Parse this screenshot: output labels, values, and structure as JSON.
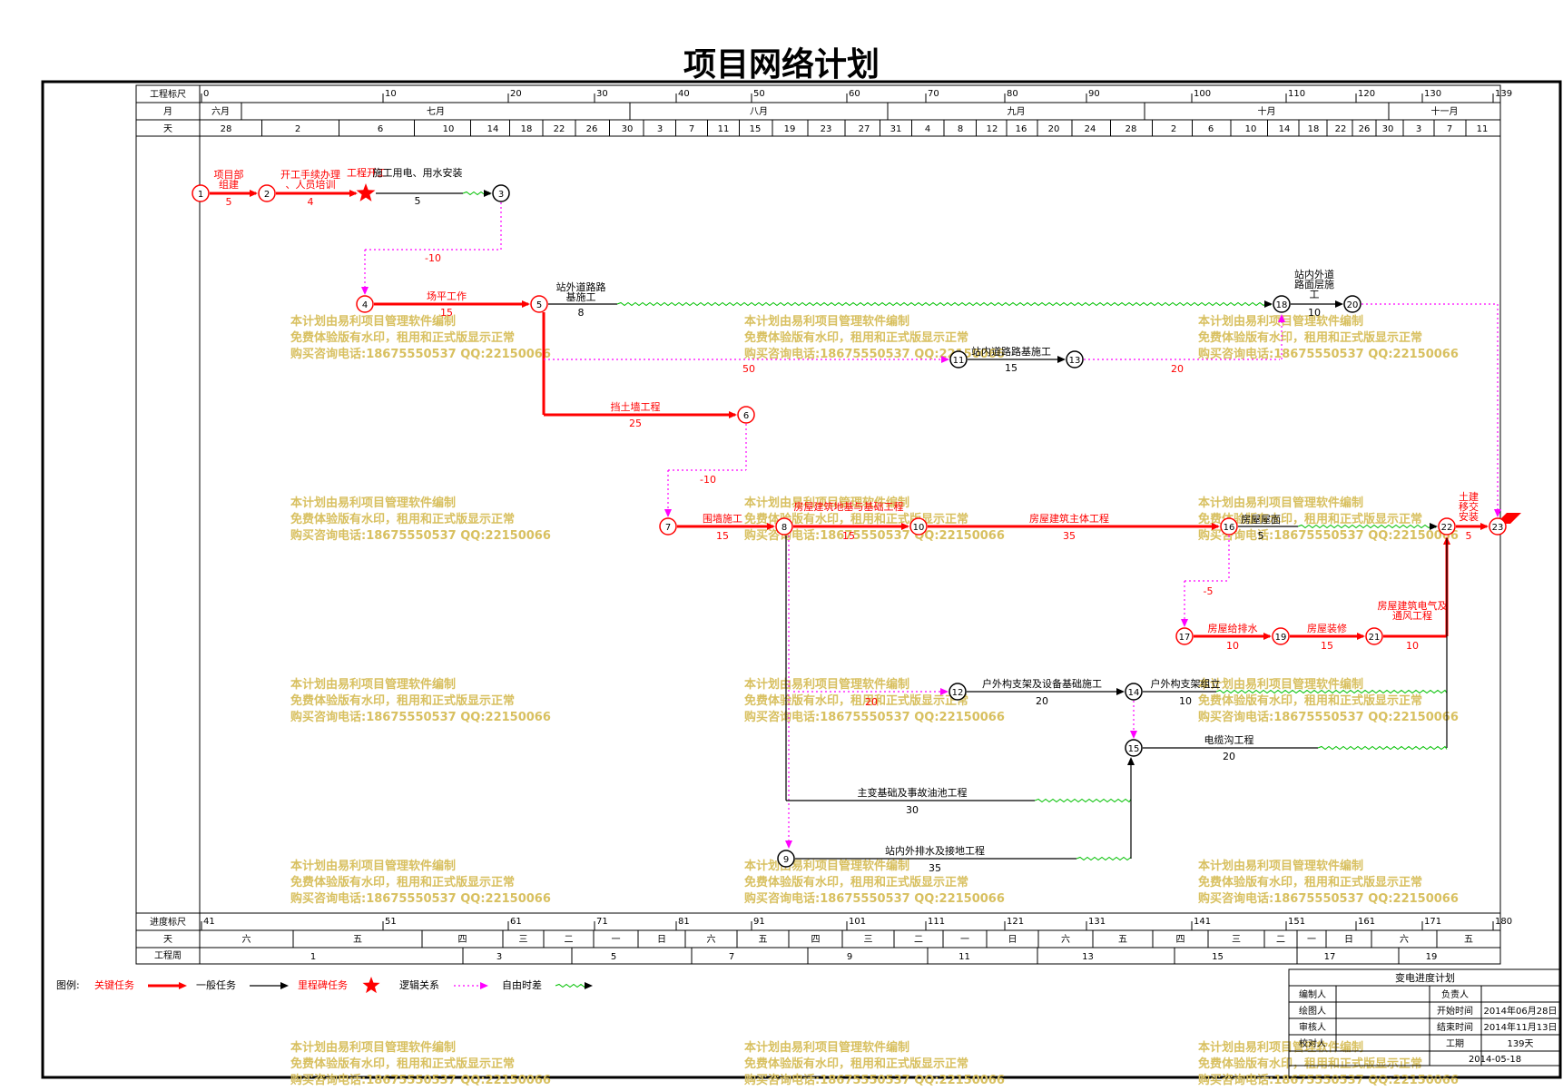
{
  "title": "项目网络计划",
  "scale": {
    "label_ruler": "工程标尺",
    "label_month": "月",
    "label_day": "天",
    "ruler_ticks": [
      "0",
      "10",
      "20",
      "30",
      "40",
      "50",
      "60",
      "70",
      "80",
      "90",
      "100",
      "110",
      "120",
      "130",
      "139"
    ],
    "months": [
      "六月",
      "七月",
      "八月",
      "九月",
      "十月",
      "十一月"
    ],
    "days": [
      "28",
      "2",
      "6",
      "10",
      "14",
      "18",
      "22",
      "26",
      "30",
      "3",
      "7",
      "11",
      "15",
      "19",
      "23",
      "27",
      "31",
      "4",
      "8",
      "12",
      "16",
      "20",
      "24",
      "28",
      "2",
      "6",
      "10",
      "14",
      "18",
      "22",
      "26",
      "30",
      "3",
      "7",
      "11"
    ]
  },
  "bottom_scale": {
    "label_progress": "进度标尺",
    "label_day": "天",
    "label_week": "工程周",
    "progress_ticks": [
      "41",
      "51",
      "61",
      "71",
      "81",
      "91",
      "101",
      "111",
      "121",
      "131",
      "141",
      "151",
      "161",
      "171",
      "180"
    ],
    "weekdays": [
      "六",
      "五",
      "四",
      "三",
      "二",
      "一",
      "日",
      "六",
      "五",
      "四",
      "三",
      "二",
      "一",
      "日",
      "六",
      "五",
      "四",
      "三",
      "二",
      "一",
      "日",
      "六",
      "五"
    ],
    "weeks": [
      "1",
      "3",
      "5",
      "7",
      "9",
      "11",
      "13",
      "15",
      "17",
      "19"
    ]
  },
  "nodes": [
    "1",
    "2",
    "3",
    "4",
    "5",
    "6",
    "7",
    "8",
    "9",
    "10",
    "11",
    "12",
    "13",
    "14",
    "15",
    "16",
    "17",
    "18",
    "19",
    "20",
    "21",
    "22",
    "23"
  ],
  "activities": [
    {
      "name": "项目部组建",
      "duration": "5",
      "critical": true
    },
    {
      "name": "开工手续办理、人员培训",
      "duration": "4",
      "critical": true
    },
    {
      "name": "施工用电、用水安装",
      "duration": "5",
      "critical": false
    },
    {
      "name": "工程开工",
      "duration": "",
      "critical": true
    },
    {
      "name": "场平工作",
      "duration": "15",
      "critical": true
    },
    {
      "name": "站外道路路基施工",
      "duration": "8",
      "critical": false
    },
    {
      "name": "挡土墙工程",
      "duration": "25",
      "critical": true
    },
    {
      "name": "站内道路路基施工",
      "duration": "15",
      "critical": false
    },
    {
      "name": "站内外道路面层施工",
      "duration": "10",
      "critical": false
    },
    {
      "name": "围墙施工",
      "duration": "15",
      "critical": true
    },
    {
      "name": "房屋建筑地基与基础工程",
      "duration": "15",
      "critical": true
    },
    {
      "name": "房屋建筑主体工程",
      "duration": "35",
      "critical": true
    },
    {
      "name": "房屋屋面",
      "duration": "5",
      "critical": false
    },
    {
      "name": "房屋给排水",
      "duration": "10",
      "critical": true
    },
    {
      "name": "房屋装修",
      "duration": "15",
      "critical": true
    },
    {
      "name": "房屋建筑电气及通风工程",
      "duration": "10",
      "critical": true
    },
    {
      "name": "土建移交安装",
      "duration": "5",
      "critical": true
    },
    {
      "name": "户外构支架及设备基础施工",
      "duration": "20",
      "critical": false
    },
    {
      "name": "户外构支架组立",
      "duration": "10",
      "critical": false
    },
    {
      "name": "电缆沟工程",
      "duration": "20",
      "critical": false
    },
    {
      "name": "主变基础及事故油池工程",
      "duration": "30",
      "critical": false
    },
    {
      "name": "站内外排水及接地工程",
      "duration": "35",
      "critical": false
    }
  ],
  "lag_labels": [
    "-10",
    "-10",
    "50",
    "20",
    "20",
    "-5"
  ],
  "watermark": {
    "line1": "本计划由易利项目管理软件编制",
    "line2": "免费体验版有水印，租用和正式版显示正常",
    "line3": "购买咨询电话:18675550537 QQ:22150066"
  },
  "legend": {
    "label": "图例:",
    "critical": "关键任务",
    "normal": "一般任务",
    "milestone": "里程碑任务",
    "logic": "逻辑关系",
    "float": "自由时差"
  },
  "info": {
    "plan_name": "变电进度计划",
    "preparer_label": "编制人",
    "owner_label": "负责人",
    "drawer_label": "绘图人",
    "start_label": "开始时间",
    "start_value": "2014年06月28日",
    "reviewer_label": "审核人",
    "end_label": "结束时间",
    "end_value": "2014年11月13日",
    "checker_label": "校对人",
    "duration_label": "工期",
    "duration_value": "139天",
    "date": "2014-05-18"
  },
  "colors": {
    "critical": "#ff0000",
    "normal": "#000000",
    "logic": "#ff00ff",
    "float": "#00c000",
    "watermark": "#d8c060"
  }
}
